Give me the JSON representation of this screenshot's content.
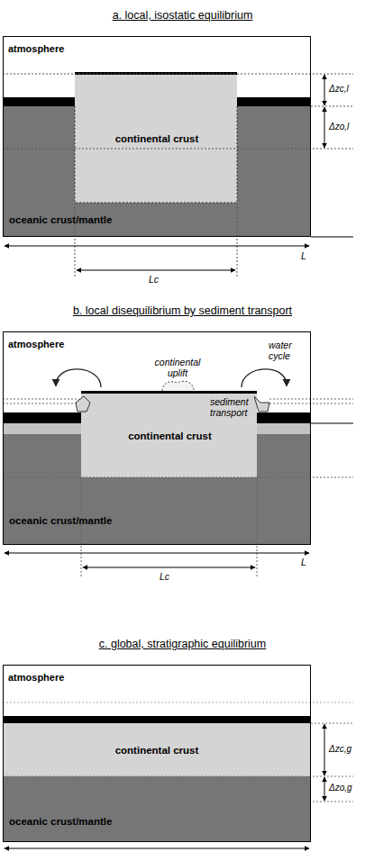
{
  "diagram": {
    "nodes": [
      {
        "text": [
          "a. local, isostatic equilibrium",
          "atmosphere"
        ]
      },
      {
        "text": [
          "continental crust"
        ],
        "in": 0
      },
      {
        "text": [
          "oceanic crust/mantle"
        ],
        "in": 0
      },
      {
        "text": [
          "b. local disequilibrium by sediment transport",
          "atmosphere"
        ]
      },
      {
        "text": [
          "continental crust"
        ],
        "in": 3
      },
      {
        "text": [
          "oceanic crust/mantle"
        ],
        "in": 3
      },
      {
        "text": [
          "c. global, stratigraphic equilibrium",
          "atmosphere"
        ]
      },
      {
        "text": [
          "continental crust"
        ],
        "in": 6
      },
      {
        "text": [
          "oceanic crust/mantle"
        ],
        "in": 6
      }
    ],
    "labels": [
      "Δzc,l",
      "Δzo,l",
      "L",
      "Lc",
      "water cycle",
      "continental uplift",
      "sediment transport",
      "L",
      "Lc",
      "Δzc,g",
      "Δzo,g"
    ]
  }
}
